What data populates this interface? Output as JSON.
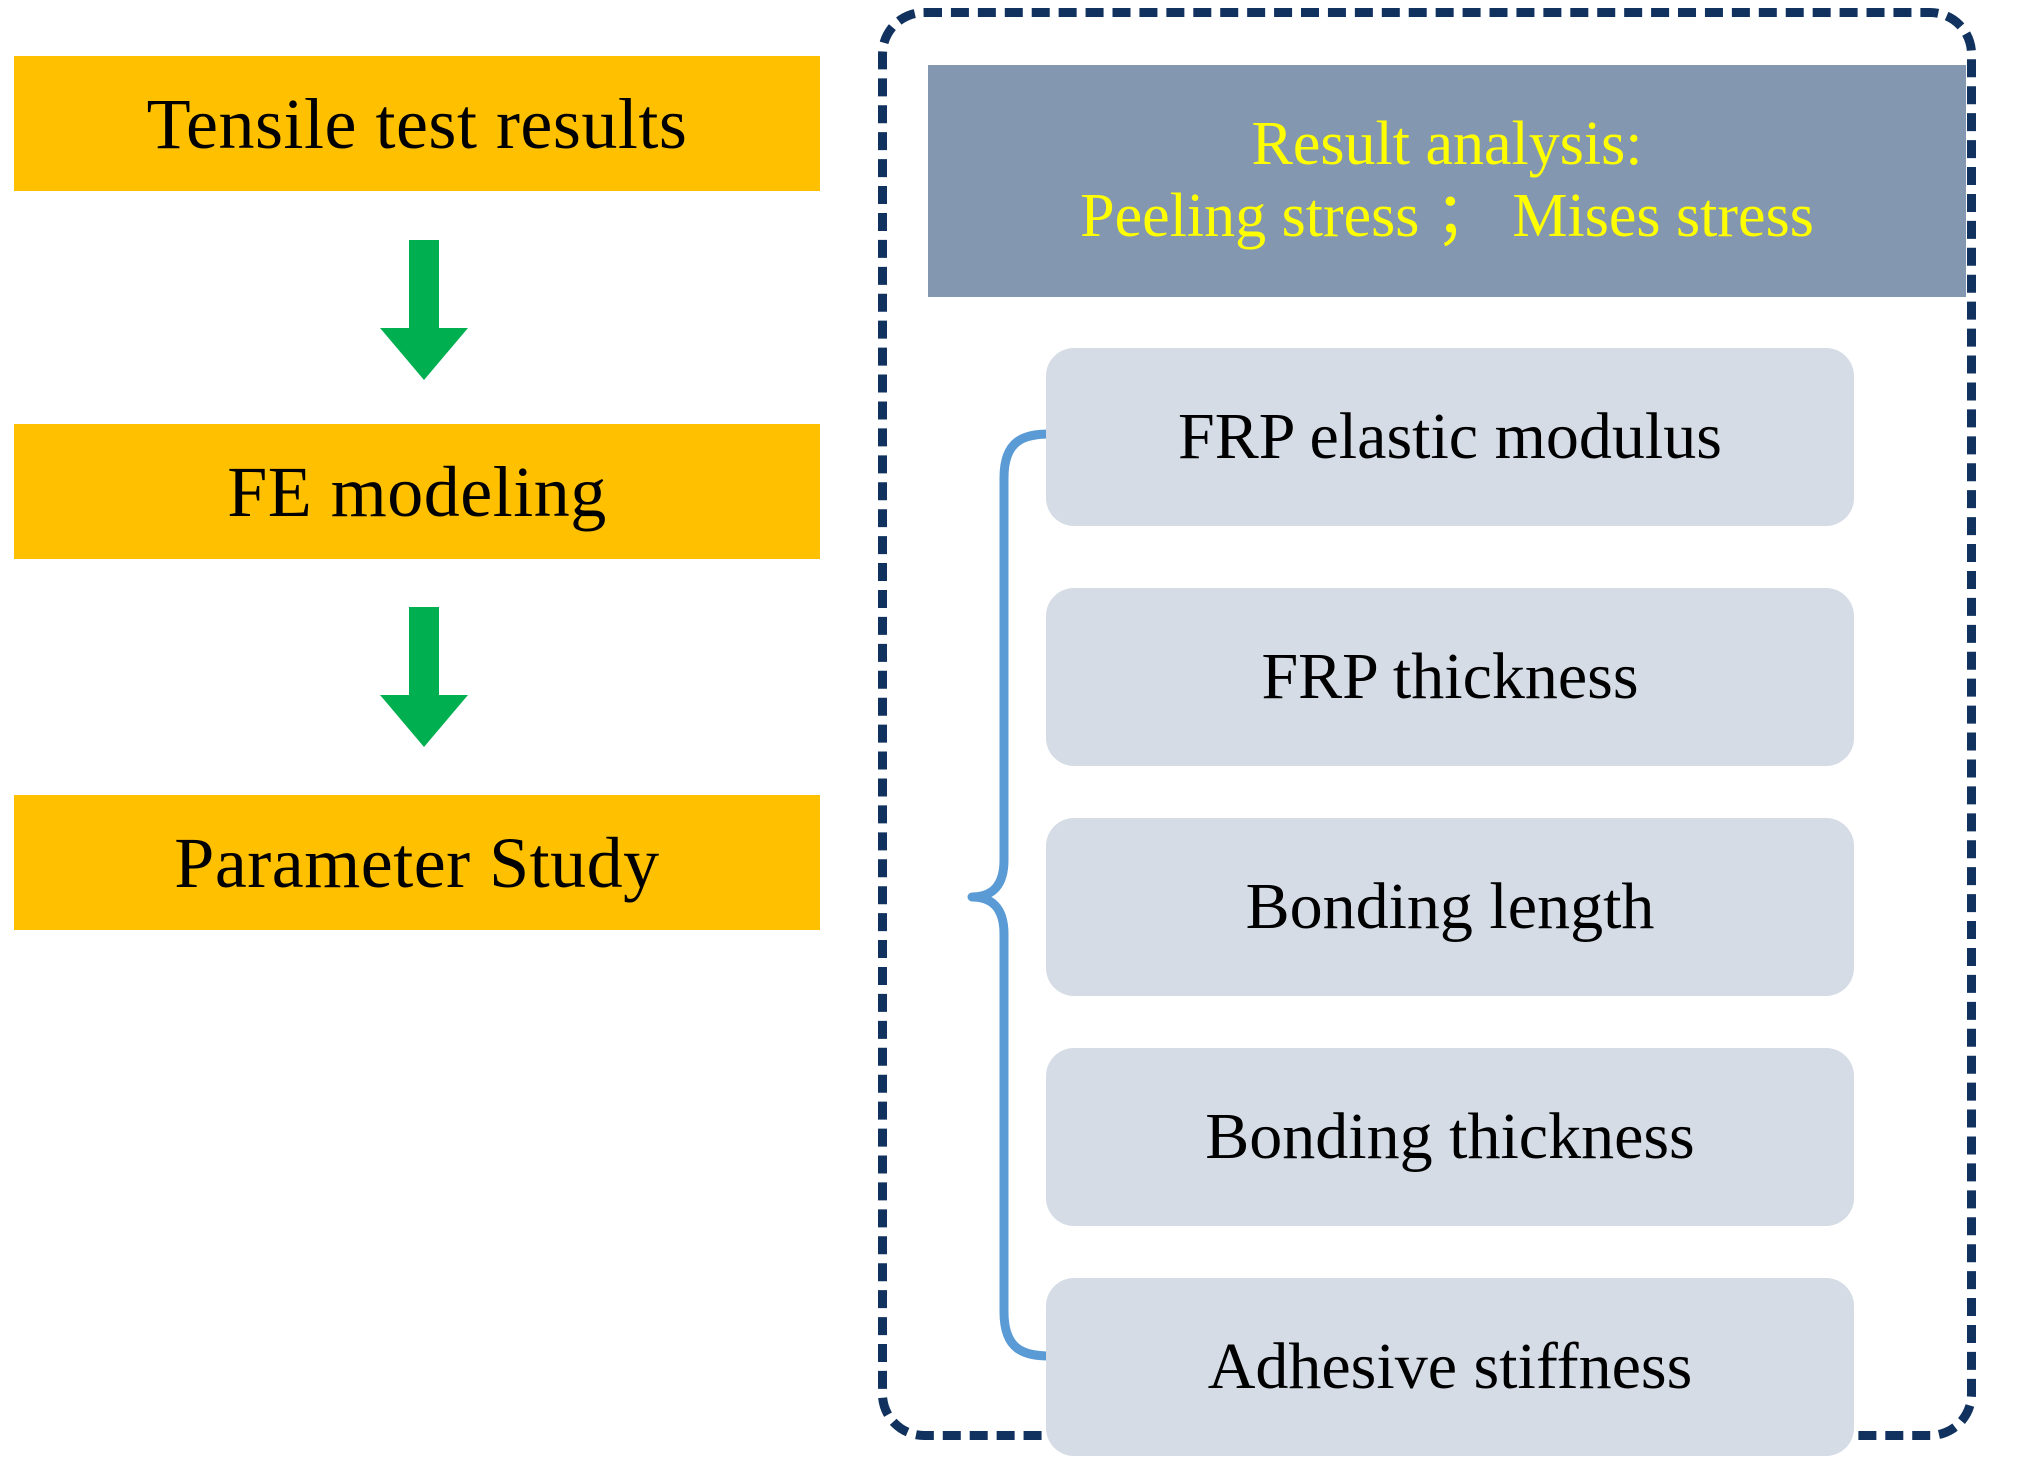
{
  "diagram": {
    "title": "Research methodology flowchart",
    "colors": {
      "flow_box_fill": "#FFC000",
      "arrow_fill": "#00B050",
      "dashed_border": "#11325F",
      "header_fill": "#8397B0",
      "header_text": "#FFFF00",
      "param_box_fill": "#D5DCE6",
      "brace_stroke": "#5B9BD5",
      "body_text": "#000000",
      "background": "#FFFFFF"
    },
    "left_flow": {
      "steps": [
        {
          "label": "Tensile test results"
        },
        {
          "label": "FE modeling"
        },
        {
          "label": "Parameter Study"
        }
      ],
      "arrows": [
        {
          "name": "arrow-tensile-to-fe",
          "direction": "down"
        },
        {
          "name": "arrow-fe-to-parameter",
          "direction": "down"
        }
      ]
    },
    "right_panel": {
      "header": {
        "line1": "Result analysis:",
        "line2": "Peeling stress ；  Mises stress"
      },
      "brace": {
        "icon": "curly-brace-icon",
        "orientation": "left-opening"
      },
      "parameters": [
        {
          "label": "FRP elastic modulus"
        },
        {
          "label": "FRP thickness"
        },
        {
          "label": "Bonding length"
        },
        {
          "label": "Bonding thickness"
        },
        {
          "label": "Adhesive stiffness"
        }
      ]
    }
  }
}
